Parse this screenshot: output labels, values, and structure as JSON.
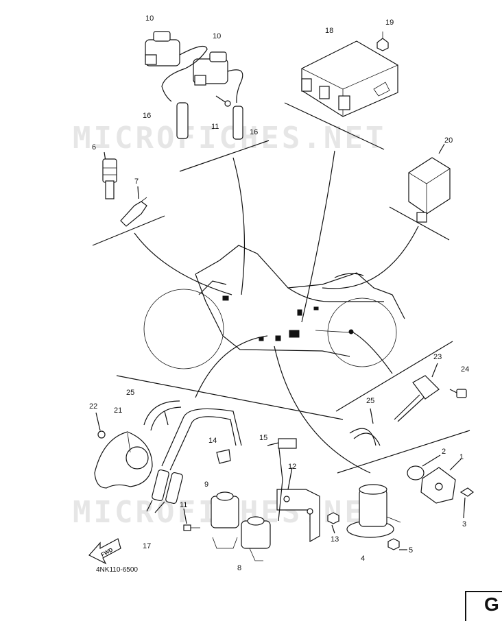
{
  "watermarks": [
    "MICROFICHES.NET",
    "MICROFICHES.NET"
  ],
  "callouts": [
    {
      "id": "c10a",
      "text": "10"
    },
    {
      "id": "c10b",
      "text": "10"
    },
    {
      "id": "c19",
      "text": "19"
    },
    {
      "id": "c18",
      "text": "18"
    },
    {
      "id": "c16a",
      "text": "16"
    },
    {
      "id": "c11a",
      "text": "11"
    },
    {
      "id": "c16b",
      "text": "16"
    },
    {
      "id": "c6",
      "text": "6"
    },
    {
      "id": "c20",
      "text": "20"
    },
    {
      "id": "c7",
      "text": "7"
    },
    {
      "id": "c23",
      "text": "23"
    },
    {
      "id": "c24",
      "text": "24"
    },
    {
      "id": "c25a",
      "text": "25"
    },
    {
      "id": "c25b",
      "text": "25"
    },
    {
      "id": "c22",
      "text": "22"
    },
    {
      "id": "c21",
      "text": "21"
    },
    {
      "id": "c14",
      "text": "14"
    },
    {
      "id": "c15",
      "text": "15"
    },
    {
      "id": "c2",
      "text": "2"
    },
    {
      "id": "c1",
      "text": "1"
    },
    {
      "id": "c12",
      "text": "12"
    },
    {
      "id": "c9",
      "text": "9"
    },
    {
      "id": "c11b",
      "text": "11"
    },
    {
      "id": "c13",
      "text": "13"
    },
    {
      "id": "c3",
      "text": "3"
    },
    {
      "id": "c17",
      "text": "17"
    },
    {
      "id": "c8",
      "text": "8"
    },
    {
      "id": "c4",
      "text": "4"
    },
    {
      "id": "c5",
      "text": "5"
    }
  ],
  "fwd_label": "FWD",
  "diagram_code": "4NK110-6500",
  "page_letter": "G"
}
